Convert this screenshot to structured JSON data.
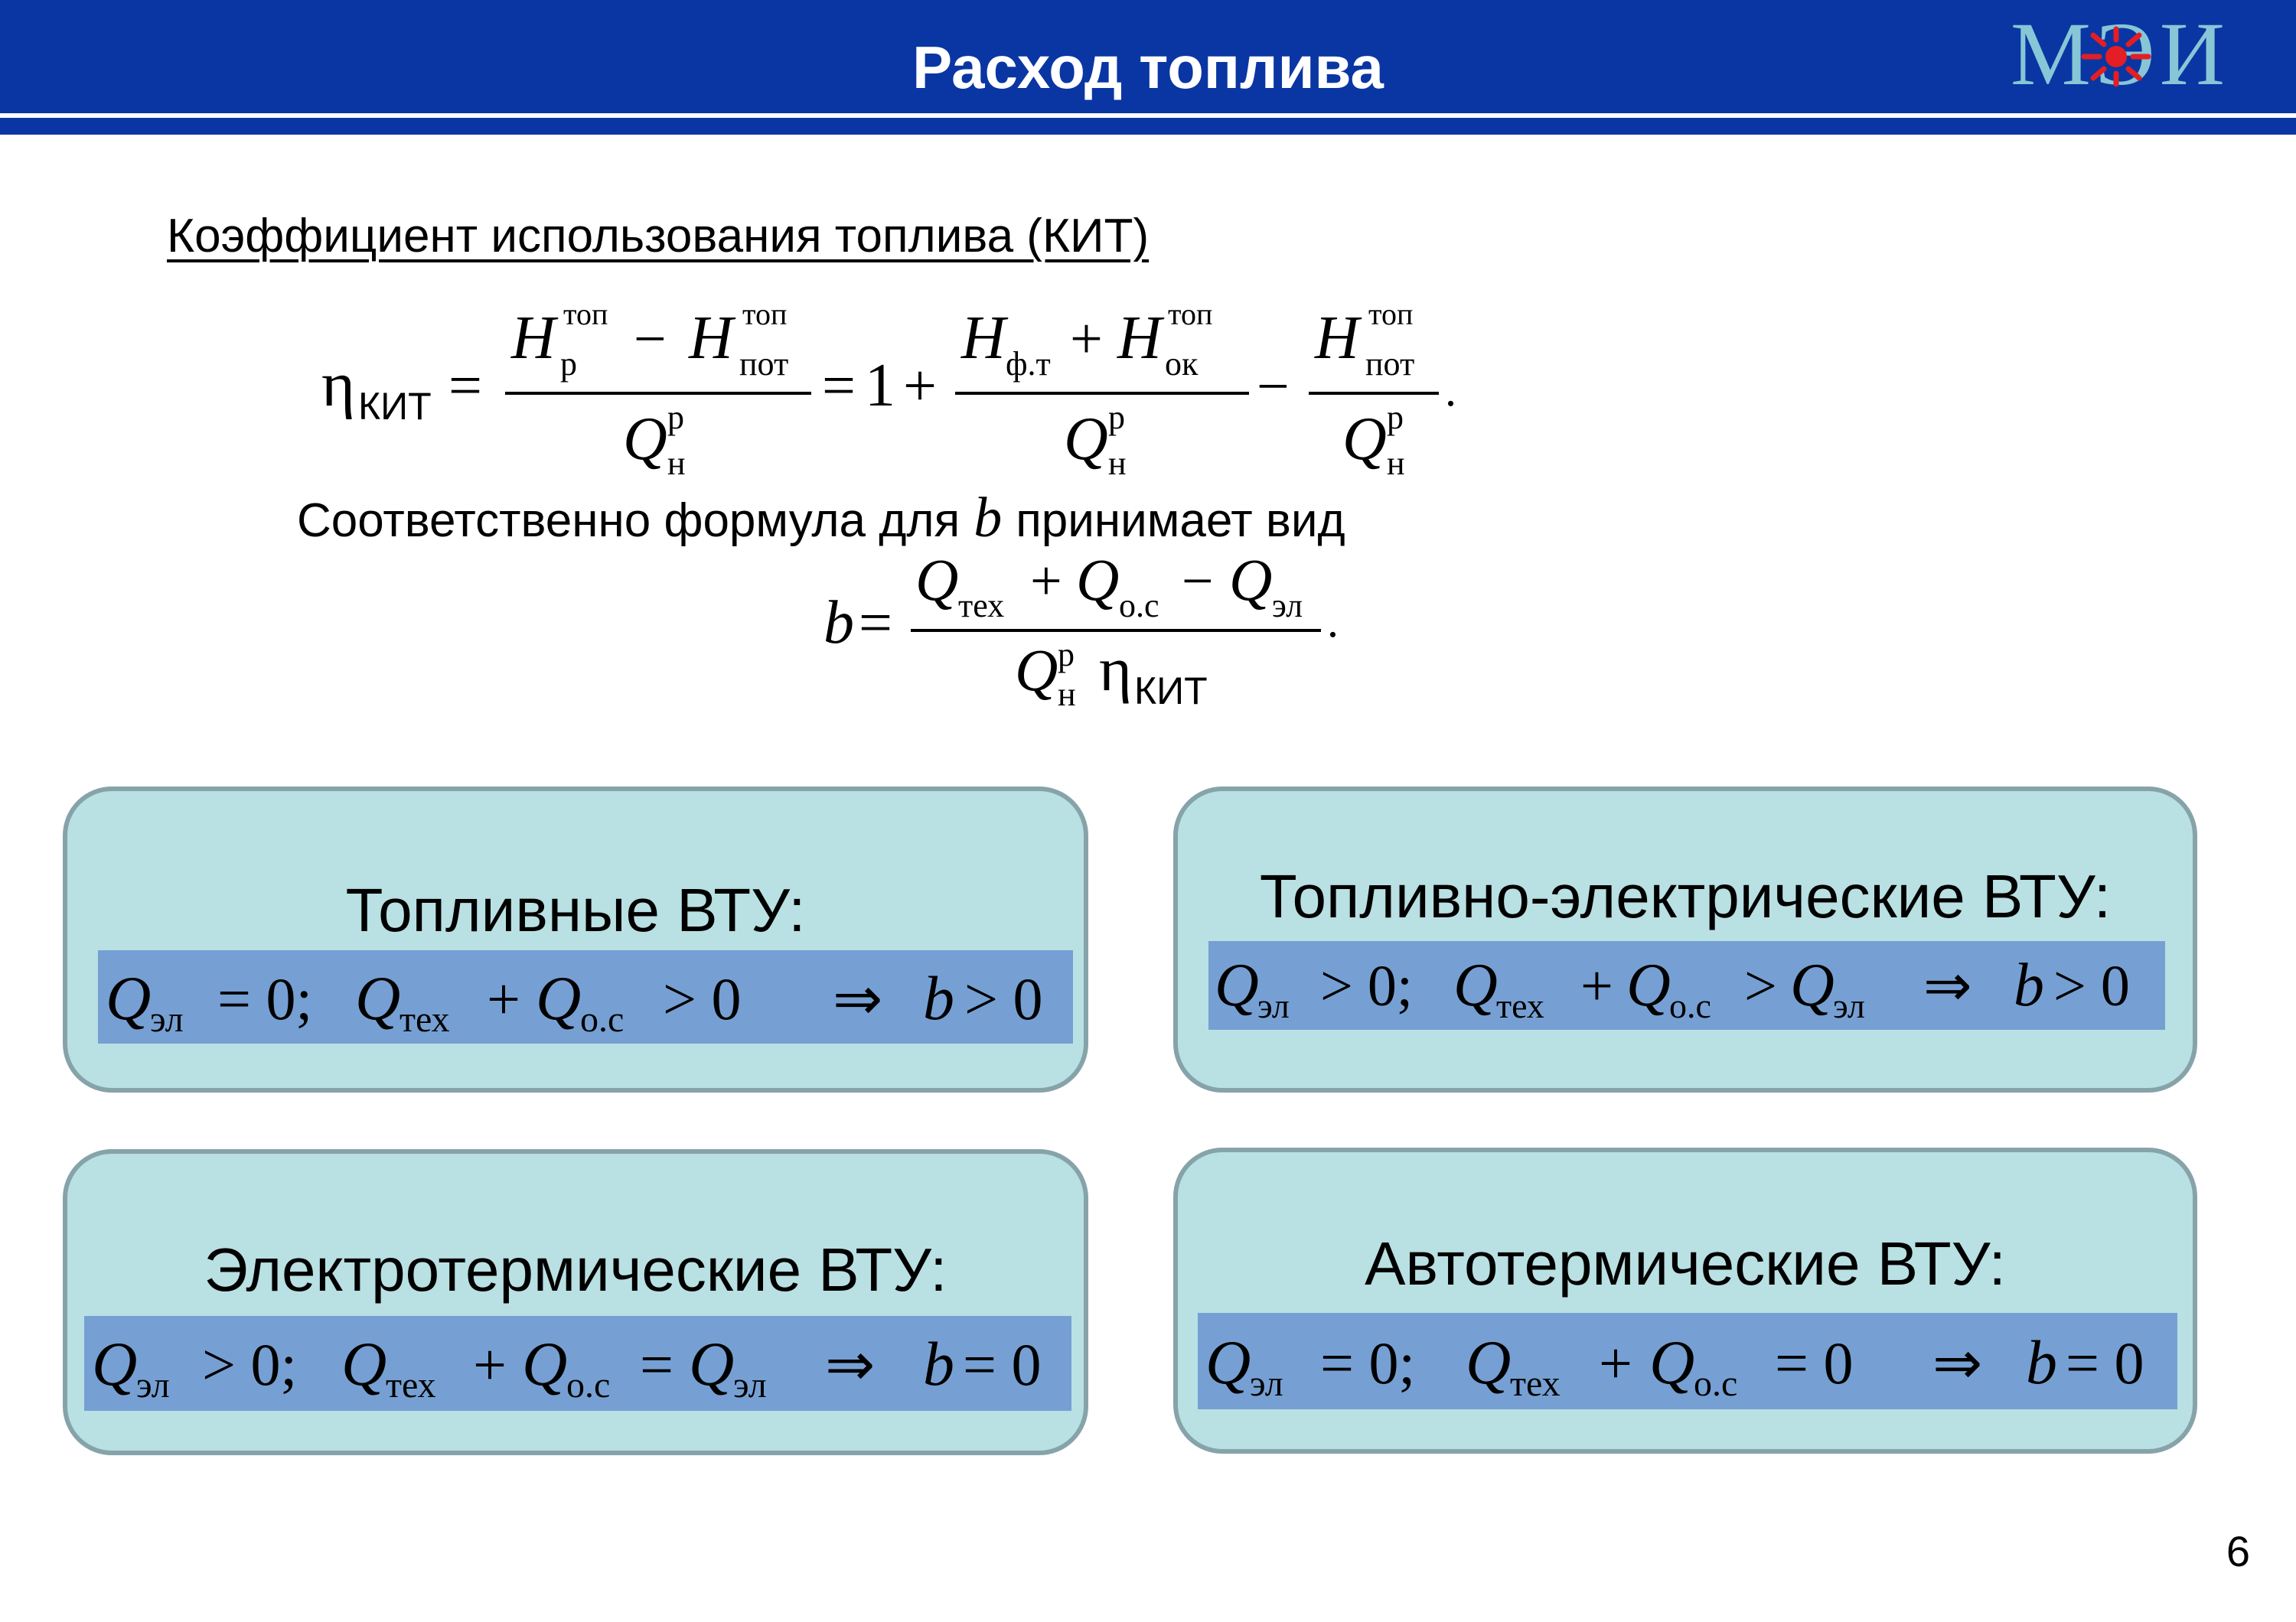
{
  "header": {
    "title": "Расход топлива",
    "logo_text": "МЭИ",
    "background_color": "#0a36a3",
    "logo_color": "#87c6d6",
    "logo_accent": "#e31e24"
  },
  "section": {
    "heading": "Коэффициент использования топлива (КИТ)"
  },
  "formula_kit": {
    "eta": "η",
    "eta_sub": "КИТ",
    "H": "H",
    "Q": "Q",
    "sup_top": "топ",
    "sub_p": "р",
    "sub_pot": "пот",
    "sub_n": "н",
    "sup_p": "р",
    "sub_ft": "ф.т",
    "sub_ok": "ок",
    "one": "1",
    "period": "."
  },
  "intro": {
    "before": "Соответственно формула для",
    "var": "b",
    "after": "принимает вид"
  },
  "formula_b": {
    "b": "b",
    "Q": "Q",
    "sub_tex": "тех",
    "sub_os": "о.с",
    "sub_el": "эл",
    "sub_n": "н",
    "sup_p": "р",
    "eta": "η",
    "eta_sub": "КИТ",
    "period": "."
  },
  "cards": [
    {
      "title": "Топливные ВТУ:",
      "formula": {
        "q_el": "Q",
        "q_el_sub": "эл",
        "rel1": "= 0;",
        "q_tex": "Q",
        "q_tex_sub": "тех",
        "plus": "+",
        "q_os": "Q",
        "q_os_sub": "о.с",
        "rel2": "> 0",
        "rhs": "",
        "rhs_sub": "",
        "arrow": "⇒",
        "b": "b",
        "result": "> 0"
      }
    },
    {
      "title": "Топливно-электрические ВТУ:",
      "formula": {
        "q_el": "Q",
        "q_el_sub": "эл",
        "rel1": "> 0;",
        "q_tex": "Q",
        "q_tex_sub": "тех",
        "plus": "+",
        "q_os": "Q",
        "q_os_sub": "о.с",
        "rel2": ">",
        "rhs": "Q",
        "rhs_sub": "эл",
        "arrow": "⇒",
        "b": "b",
        "result": "> 0"
      }
    },
    {
      "title": "Электротермические ВТУ:",
      "formula": {
        "q_el": "Q",
        "q_el_sub": "эл",
        "rel1": "> 0;",
        "q_tex": "Q",
        "q_tex_sub": "тех",
        "plus": "+",
        "q_os": "Q",
        "q_os_sub": "о.с",
        "rel2": "=",
        "rhs": "Q",
        "rhs_sub": "эл",
        "arrow": "⇒",
        "b": "b",
        "result": "= 0"
      }
    },
    {
      "title": "Автотермические ВТУ:",
      "formula": {
        "q_el": "Q",
        "q_el_sub": "эл",
        "rel1": "= 0;",
        "q_tex": "Q",
        "q_tex_sub": "тех",
        "plus": "+",
        "q_os": "Q",
        "q_os_sub": "о.с",
        "rel2": "= 0",
        "rhs": "",
        "rhs_sub": "",
        "arrow": "⇒",
        "b": "b",
        "result": "= 0"
      }
    }
  ],
  "colors": {
    "card_fill": "#b9e0e3",
    "card_border": "#86a3aa",
    "formula_fill": "#76a0d3"
  },
  "footer": {
    "page_number": "6"
  }
}
